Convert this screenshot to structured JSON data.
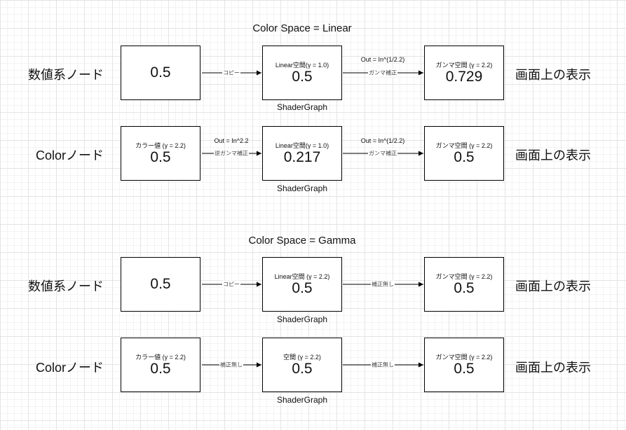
{
  "section_linear": {
    "title": "Color Space = Linear",
    "row1": {
      "left_label": "数値系ノード",
      "box1_value": "0.5",
      "edge1_label": "コピー",
      "box2_caption": "Linear空間(γ = 1.0)",
      "box2_value": "0.5",
      "edge2_top": "Out = In^(1/2.2)",
      "edge2_label": "ガンマ補正",
      "box3_caption": "ガンマ空間 (γ = 2.2)",
      "box3_value": "0.729",
      "right_label": "画面上の表示",
      "shadergraph": "ShaderGraph"
    },
    "row2": {
      "left_label": "Colorノード",
      "box1_caption": "カラー値 (γ = 2.2)",
      "box1_value": "0.5",
      "edge1_top": "Out = In^2.2",
      "edge1_label": "逆ガンマ補正",
      "box2_caption": "Linear空間(γ = 1.0)",
      "box2_value": "0.217",
      "edge2_top": "Out = In^(1/2.2)",
      "edge2_label": "ガンマ補正",
      "box3_caption": "ガンマ空間 (γ = 2.2)",
      "box3_value": "0.5",
      "right_label": "画面上の表示",
      "shadergraph": "ShaderGraph"
    }
  },
  "section_gamma": {
    "title": "Color Space = Gamma",
    "row1": {
      "left_label": "数値系ノード",
      "box1_value": "0.5",
      "edge1_label": "コピー",
      "box2_caption": "Linear空間 (γ = 2.2)",
      "box2_value": "0.5",
      "edge2_label": "補正無し",
      "box3_caption": "ガンマ空間 (γ = 2.2)",
      "box3_value": "0.5",
      "right_label": "画面上の表示",
      "shadergraph": "ShaderGraph"
    },
    "row2": {
      "left_label": "Colorノード",
      "box1_caption": "カラー値 (γ = 2.2)",
      "box1_value": "0.5",
      "edge1_label": "補正無し",
      "box2_caption": "空間 (γ = 2.2)",
      "box2_value": "0.5",
      "edge2_label": "補正無し",
      "box3_caption": "ガンマ空間 (γ = 2.2)",
      "box3_value": "0.5",
      "right_label": "画面上の表示",
      "shadergraph": "ShaderGraph"
    }
  }
}
